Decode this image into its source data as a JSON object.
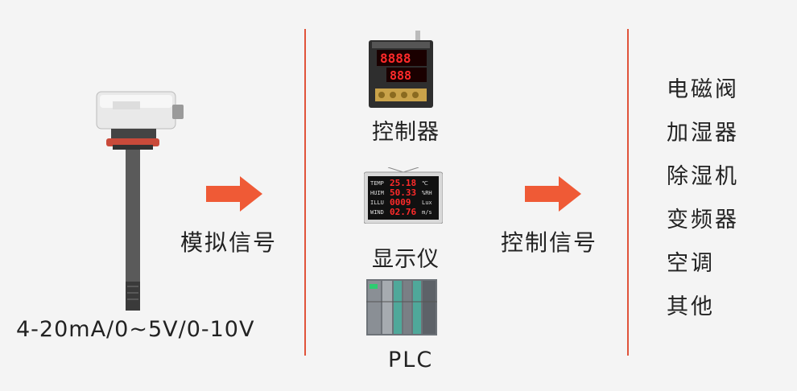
{
  "sensor": {
    "range_label": "4-20mA/0~5V/0-10V"
  },
  "flow": {
    "analog_signal_label": "模拟信号",
    "control_signal_label": "控制信号"
  },
  "devices": {
    "controller_label": "控制器",
    "display_label": "显示仪",
    "plc_label": "PLC",
    "display_rows": [
      {
        "name": "TEMP",
        "value": "25.18",
        "unit": "℃"
      },
      {
        "name": "HUIM",
        "value": "50.33",
        "unit": "%RH"
      },
      {
        "name": "ILLU",
        "value": "0009",
        "unit": "Lux"
      },
      {
        "name": "WIND",
        "value": "02.76",
        "unit": "m/s"
      }
    ]
  },
  "outputs": [
    "电磁阀",
    "加湿器",
    "除湿机",
    "变频器",
    "空调",
    "其他"
  ],
  "colors": {
    "accent": "#e0533a",
    "arrow": "#ef5a36",
    "background": "#f4f4f4",
    "led": "#ff2a2a"
  }
}
